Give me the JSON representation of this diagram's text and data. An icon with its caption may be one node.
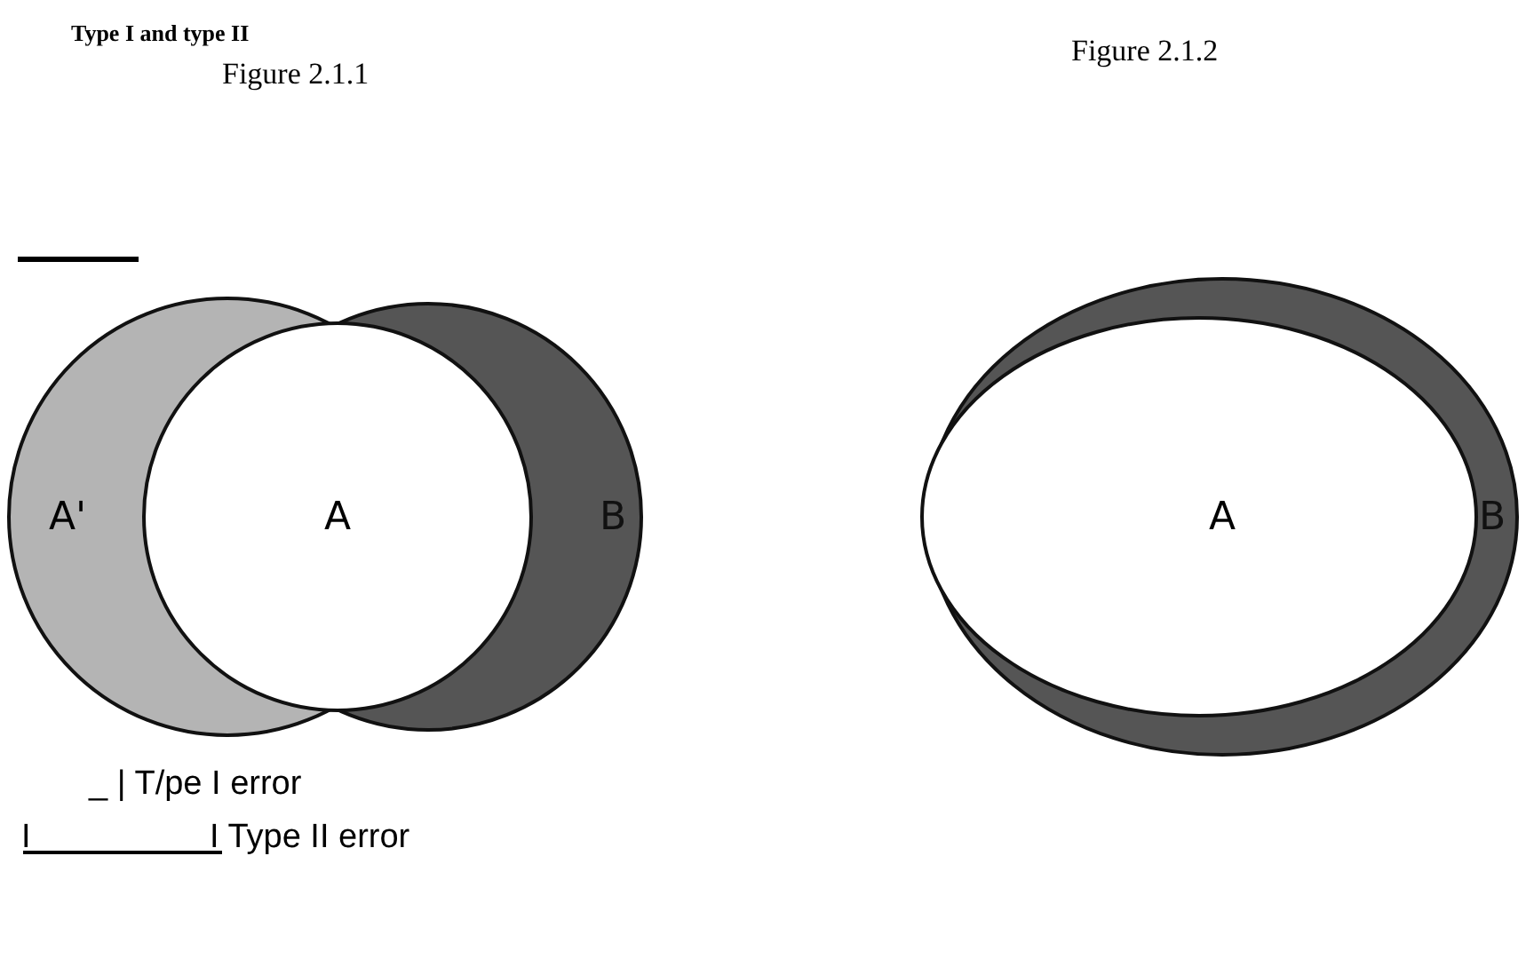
{
  "diagram": {
    "title": "Type I and type II",
    "nodes": [
      {
        "text": [
          "A'"
        ]
      },
      {
        "text": [
          "A"
        ]
      },
      {
        "text": [
          "B"
        ]
      },
      {
        "text": [
          "A"
        ]
      },
      {
        "text": [
          "B"
        ]
      }
    ],
    "labels": [
      "Figure 2.1.1",
      "Figure 2.1.2",
      "_ | T/pe I error",
      "I",
      "I Type II error"
    ]
  }
}
